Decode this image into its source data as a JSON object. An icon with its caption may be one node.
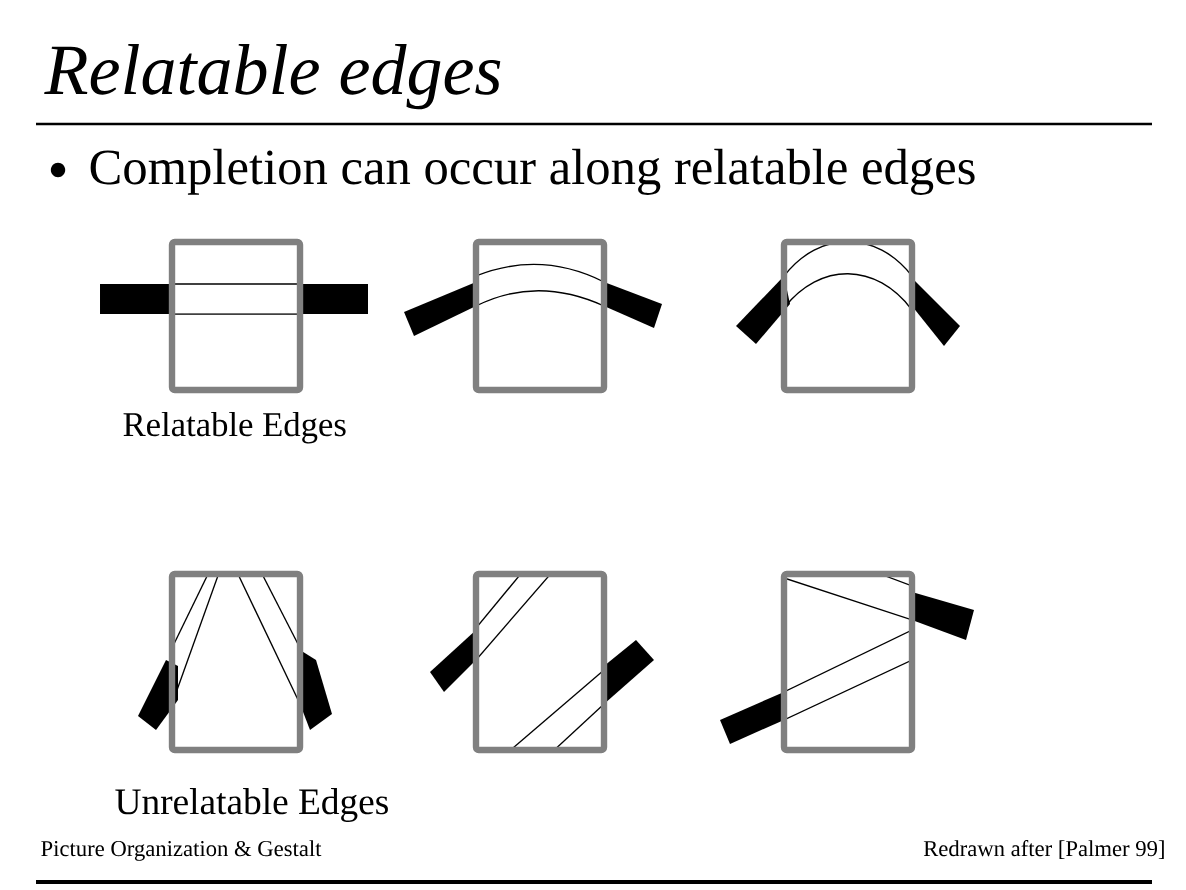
{
  "diagram": {
    "title": "Relatable edges",
    "labels": [
      "Completion can occur along relatable edges",
      "Relatable Edges",
      "Unrelatable Edges",
      "Picture Organization & Gestalt",
      "Redrawn after [Palmer 99]"
    ]
  }
}
